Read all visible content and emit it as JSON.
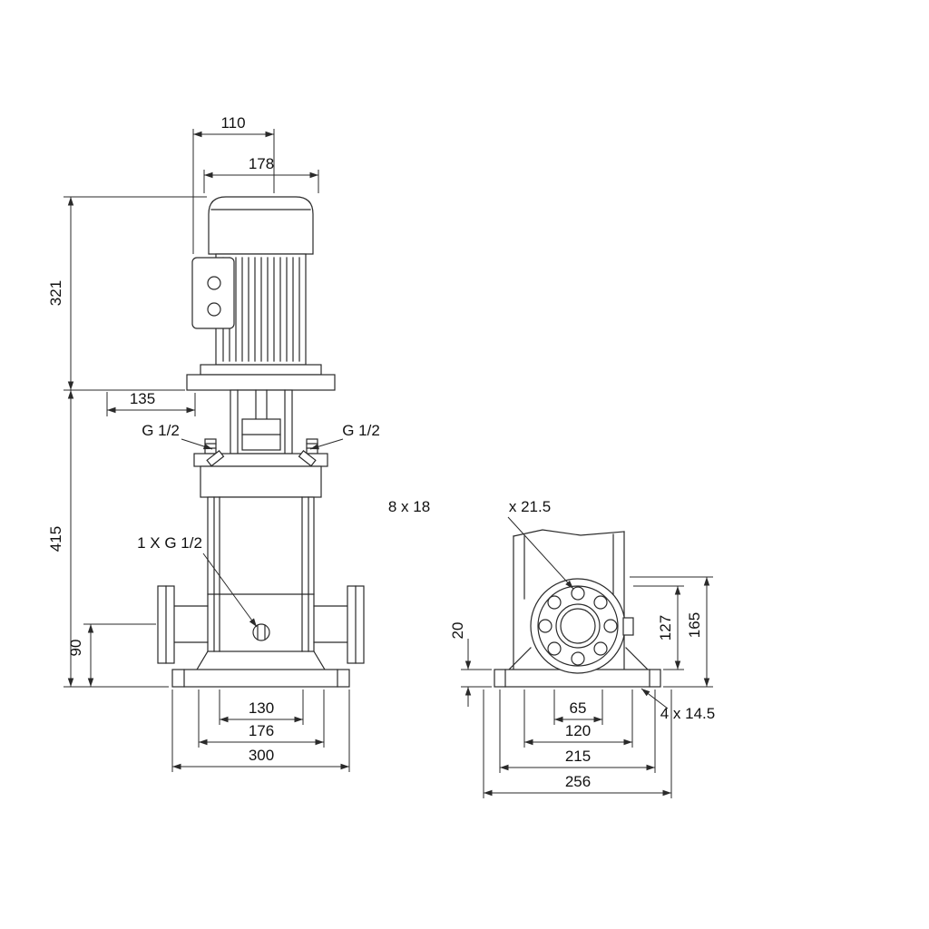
{
  "front_view": {
    "dims": {
      "d110": "110",
      "d178": "178",
      "d321": "321",
      "d135": "135",
      "d415": "415",
      "d90": "90",
      "d130": "130",
      "d176": "176",
      "d300": "300"
    },
    "labels": {
      "plug_left": "G 1/2",
      "plug_right": "G 1/2",
      "drain": "1 X G 1/2"
    }
  },
  "side_view": {
    "dims": {
      "d20": "20",
      "d127": "127",
      "d165": "165",
      "d65": "65",
      "d120": "120",
      "d215": "215",
      "d256": "256"
    },
    "labels": {
      "flange_holes": "8 x 18",
      "flange_holes_depth": "x 21.5",
      "base_holes": "4 x 14.5"
    }
  }
}
